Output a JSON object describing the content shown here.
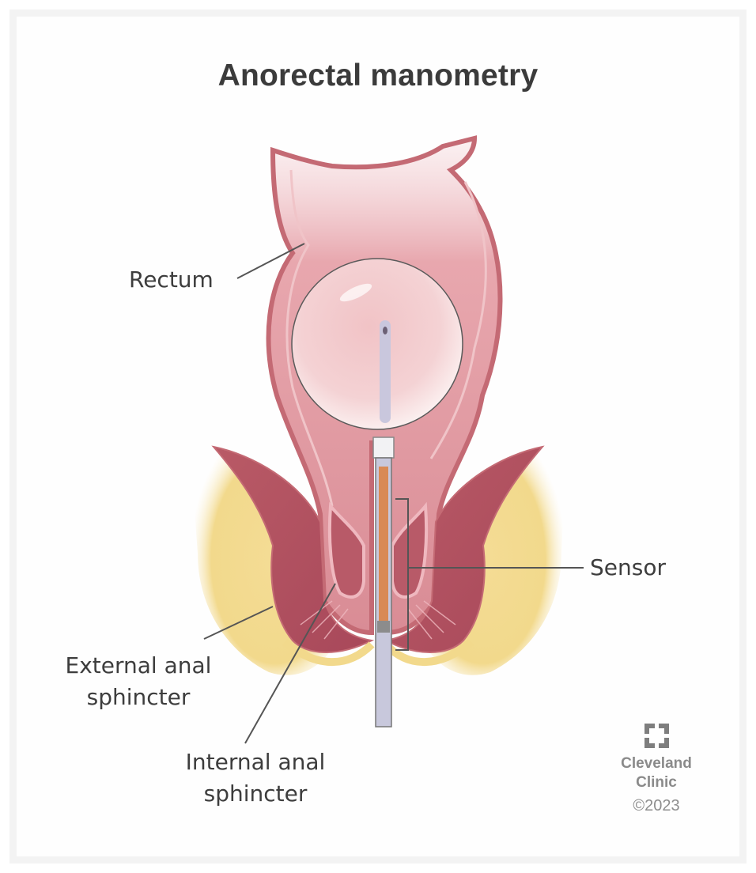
{
  "title": "Anorectal manometry",
  "labels": {
    "rectum": "Rectum",
    "sensor": "Sensor",
    "external_line1": "External anal",
    "external_line2": "sphincter",
    "internal_line1": "Internal anal",
    "internal_line2": "sphincter"
  },
  "logo": {
    "icon": "cleveland-clinic-logo-icon",
    "line1": "Cleveland",
    "line2": "Clinic",
    "copyright": "©2023"
  },
  "colors": {
    "tissue": "#c46a74",
    "tissue_light": "#e9a6ad",
    "muscle": "#b3525f",
    "fat": "#f2d98c",
    "balloon": "#f3c8cb",
    "catheter": "#c9c7dd",
    "sensor": "#d98a55",
    "text": "#3d3d3d",
    "frame": "#f3f3f3"
  }
}
